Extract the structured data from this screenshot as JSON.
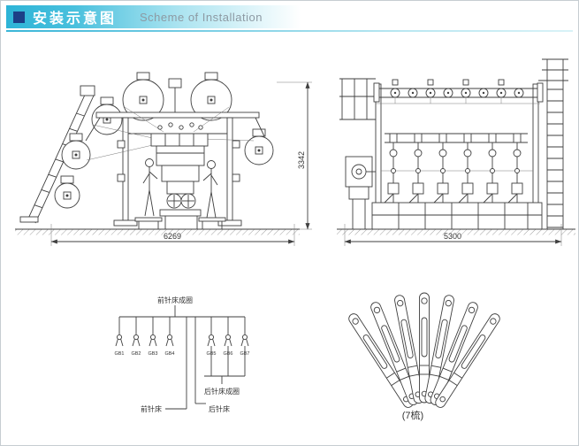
{
  "header": {
    "title_zh": "安装示意图",
    "title_en": "Scheme of Installation"
  },
  "front_view": {
    "width_dim": "6269",
    "height_dim": "3342"
  },
  "side_view": {
    "width_dim": "5300"
  },
  "guide_bar_diagram": {
    "front_loop_label": "前针床成圈",
    "back_loop_label": "后针床成圈",
    "front_bed_label": "前针床",
    "back_bed_label": "后针床",
    "bars": [
      "GB1",
      "GB2",
      "GB3",
      "GB4",
      "GB5",
      "GB6",
      "GB7"
    ]
  },
  "comb_fan": {
    "label": "(7梳)",
    "comb_count": 7
  },
  "colors": {
    "accent_navy": "#1c3f87",
    "header_teal": "#2eb3d6",
    "line_gray": "#3f3f3f"
  }
}
